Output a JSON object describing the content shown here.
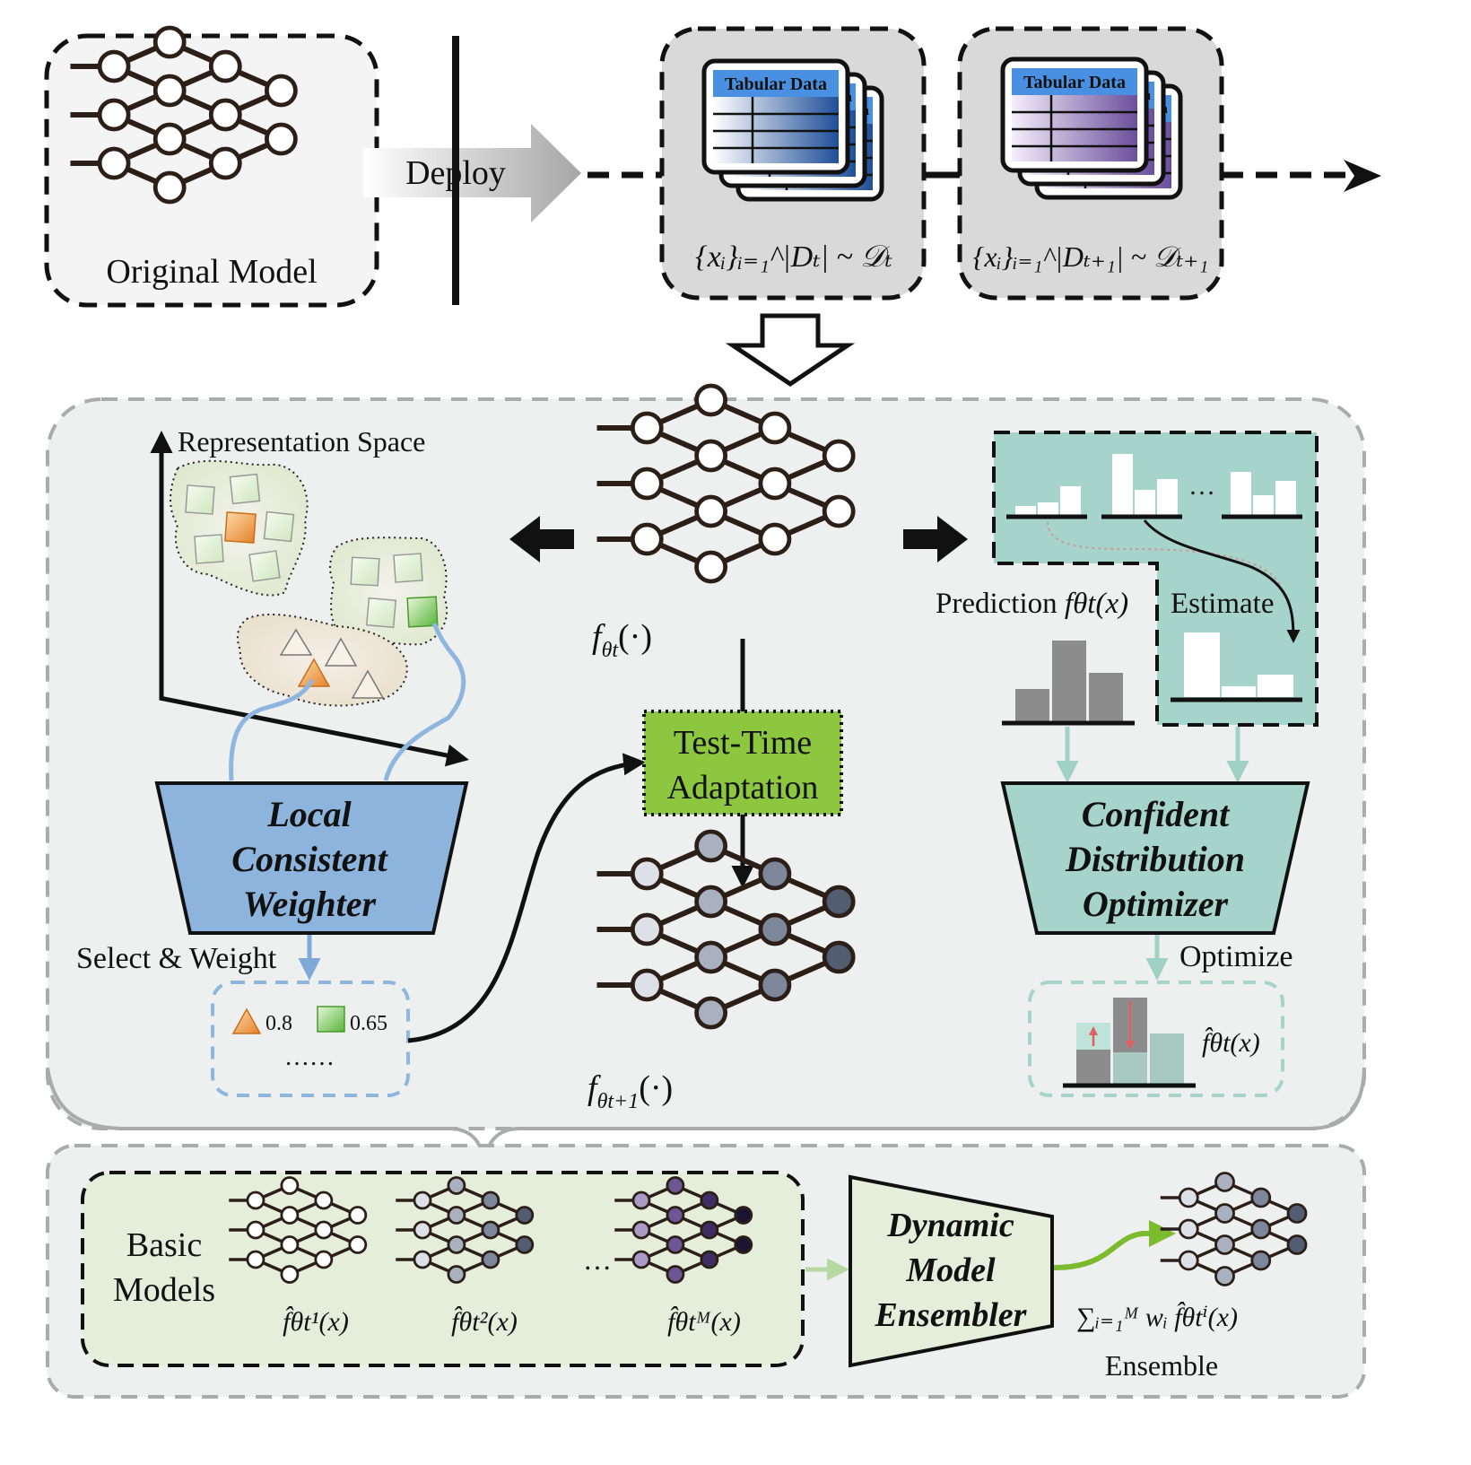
{
  "top": {
    "original_model_label": "Original Model",
    "deploy_label": "Deploy",
    "tabular_label": "Tabular Data",
    "peek_label": "a",
    "batch_t_formula": "{xᵢ}ᵢ₌₁^|Dₜ| ~ 𝒟ₜ",
    "batch_t1_formula": "{xᵢ}ᵢ₌₁^|Dₜ₊₁| ~ 𝒟ₜ₊₁"
  },
  "middle": {
    "rep_space_label": "Representation Space",
    "model_t_label": "f",
    "model_t_sub": "θt",
    "model_t_arg": "(·)",
    "model_t1_label": "f",
    "model_t1_sub": "θt+1",
    "model_t1_arg": "(·)",
    "tta_line1": "Test-Time",
    "tta_line2": "Adaptation",
    "lcw_line1": "Local",
    "lcw_line2": "Consistent",
    "lcw_line3": "Weighter",
    "select_weight_label": "Select & Weight",
    "weight_triangle": "0.8",
    "weight_square": "0.65",
    "ellipsis": "……",
    "hist_ellipsis": "…",
    "prediction_label": "Prediction",
    "prediction_formula": "fθt(x)",
    "estimate_label": "Estimate",
    "cdo_line1": "Confident",
    "cdo_line2": "Distribution",
    "cdo_line3": "Optimizer",
    "optimize_label": "Optimize",
    "optimized_formula": "f̂θt(x)"
  },
  "bottom": {
    "basic_models_line1": "Basic",
    "basic_models_line2": "Models",
    "model1_formula": "f̂θt¹(x)",
    "model2_formula": "f̂θt²(x)",
    "modelM_formula": "f̂θtᴹ(x)",
    "dots": "…",
    "dme_line1": "Dynamic",
    "dme_line2": "Model",
    "dme_line3": "Ensembler",
    "ensemble_formula": "∑ᵢ₌₁ᴹ wᵢ f̂θtⁱ(x)",
    "ensemble_label": "Ensemble"
  },
  "colors": {
    "panel_fill": "#eef0ef",
    "panel_stroke": "#a9acab",
    "lcw_fill": "#8db4dc",
    "cdo_fill": "#a6d4ca",
    "tta_fill": "#8dc63f",
    "teal_region": "#a6d4ca",
    "basic_fill": "#e4eedb",
    "dme_fill": "#e4eedb",
    "tabular_blue": "#4a90e2",
    "tabular_purple": "#9b7fc9"
  }
}
